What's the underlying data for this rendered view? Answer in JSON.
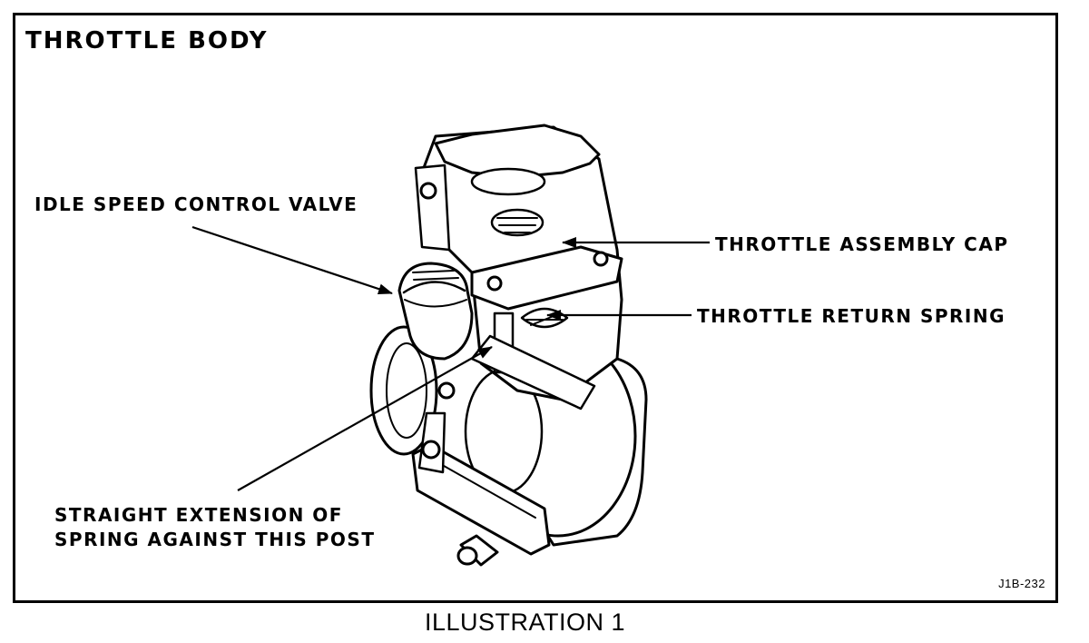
{
  "title": "THROTTLE BODY",
  "callouts": {
    "idle_speed_control_valve": "IDLE SPEED CONTROL VALVE",
    "throttle_assembly_cap": "THROTTLE ASSEMBLY CAP",
    "throttle_return_spring": "THROTTLE RETURN SPRING",
    "straight_extension_line1": "STRAIGHT EXTENSION OF",
    "straight_extension_line2": "SPRING AGAINST THIS POST"
  },
  "figure_code": "J1B-232",
  "caption": "ILLUSTRATION 1"
}
